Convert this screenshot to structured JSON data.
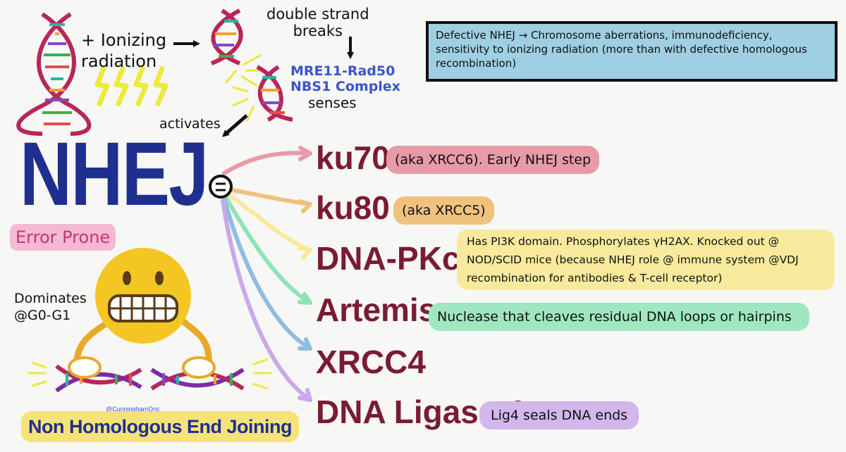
{
  "top_labels": {
    "ionizing_radiation": "+ Ionizing\nradiation",
    "double_strand_breaks": "double strand\nbreaks",
    "sensor_complex": "MRE11-Rad50\nNBS1 Complex",
    "senses": "senses",
    "activates": "activates"
  },
  "info_box": "Defective NHEJ → Chromosome aberrations, immunodeficiency, sensitivity to ionizing radiation (more than with defective homologous recombination)",
  "main": {
    "title": "NHEJ",
    "equals_symbol": "=",
    "error_prone": "Error Prone",
    "dominates": "Dominates\n@G0-G1",
    "full_name": "Non Homologous End Joining",
    "credit": "@CunninghamOnc"
  },
  "components": [
    {
      "name": "ku70",
      "note": "(aka XRCC6). Early NHEJ step",
      "color": "#e89aa6"
    },
    {
      "name": "ku80",
      "note": "(aka XRCC5)",
      "color": "#f0c27e"
    },
    {
      "name": "DNA-PKcs",
      "note": "Has PI3K domain. Phosphorylates γH2AX. Knocked out @ NOD/SCID mice (because NHEJ role @ immune system @VDJ recombination for antibodies & T-cell receptor)",
      "color": "#f7ea9c"
    },
    {
      "name": "Artemis",
      "note": "Nuclease that cleaves residual DNA loops or hairpins",
      "color": "#9fe7c0"
    },
    {
      "name": "XRCC4",
      "note": "",
      "color": "#9cc6e4"
    },
    {
      "name": "DNA Ligase 4",
      "note": "Lig4 seals DNA ends",
      "color": "#d3b6ec"
    }
  ],
  "colors": {
    "title_blue": "#1f2f8f",
    "component_red": "#7a1b32",
    "sensor_blue": "#3b55c9",
    "error_pink": "#f5b9d3",
    "info_box": "#9ecfe3",
    "emoji_yellow": "#f3c623",
    "full_name_yellow": "#f5e37a"
  },
  "icons": [
    "dna-helix-icon",
    "lightning-bolt-icon",
    "grimacing-face-icon",
    "arrow-icon"
  ]
}
